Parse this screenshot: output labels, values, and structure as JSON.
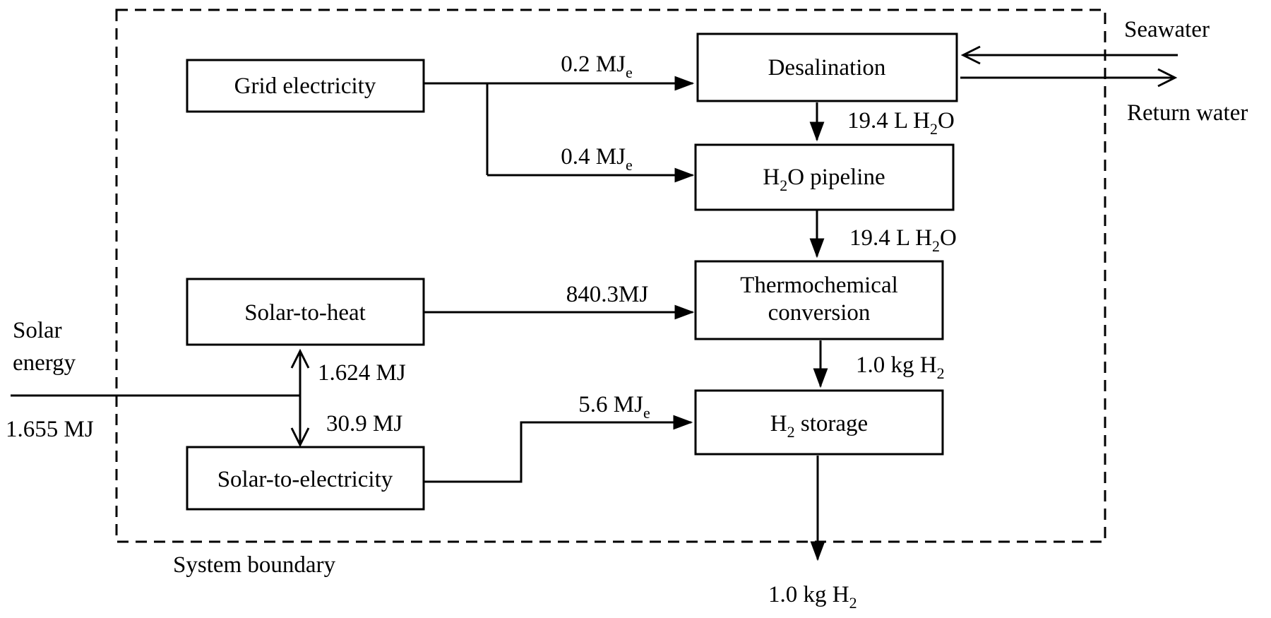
{
  "diagram": {
    "background": "#ffffff",
    "stroke_color": "#000000"
  },
  "boundary": {
    "label": "System boundary"
  },
  "boxes": {
    "grid_electricity": {
      "label": "Grid electricity"
    },
    "desalination": {
      "label": "Desalination"
    },
    "h2o_pipeline": {
      "pre": "H",
      "sub": "2",
      "post": "O pipeline"
    },
    "solar_to_heat": {
      "label": "Solar-to-heat"
    },
    "thermochemical": {
      "line1": "Thermochemical",
      "line2": "conversion"
    },
    "solar_to_electricity": {
      "label": "Solar-to-electricity"
    },
    "h2_storage": {
      "pre": "H",
      "sub": "2",
      "post": " storage"
    }
  },
  "flows": {
    "grid_to_desalination": {
      "pre": "0.2 MJ",
      "sub": "e"
    },
    "grid_to_pipeline": {
      "pre": "0.4 MJ",
      "sub": "e"
    },
    "desalination_to_pipeline": {
      "pre": "19.4 L H",
      "sub": "2",
      "post": "O"
    },
    "pipeline_to_thermochemical": {
      "pre": "19.4 L H",
      "sub": "2",
      "post": "O"
    },
    "heat_to_thermochemical": {
      "label": "840.3MJ"
    },
    "thermochemical_to_storage": {
      "pre": "1.0 kg H",
      "sub": "2"
    },
    "electricity_to_storage": {
      "pre": "5.6 MJ",
      "sub": "e"
    },
    "hydrogen_output": {
      "pre": "1.0 kg H",
      "sub": "2"
    },
    "solar_split_to_heat": {
      "label": "1.624 MJ"
    },
    "solar_split_to_electricity": {
      "label": "30.9 MJ"
    },
    "solar_input": {
      "label": "1.655 MJ"
    }
  },
  "external": {
    "seawater": "Seawater",
    "return_water": "Return water",
    "solar_energy_line1": "Solar",
    "solar_energy_line2": "energy"
  }
}
